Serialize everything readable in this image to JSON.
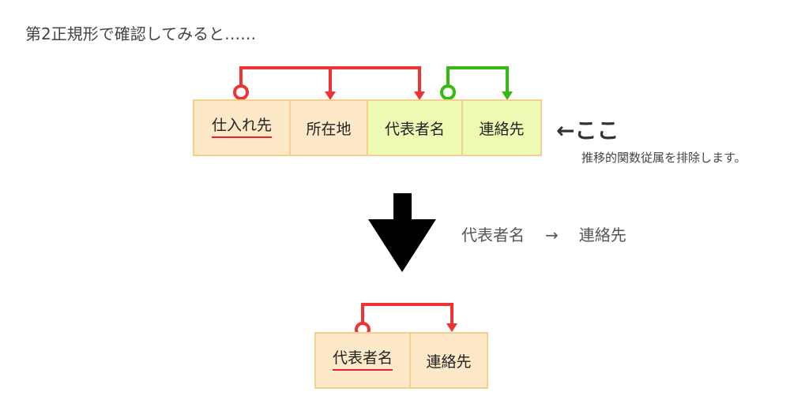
{
  "heading": "第2正規形で確認してみると……",
  "before_table": {
    "columns": [
      {
        "label": "仕入れ先",
        "fill": "#fde8c8",
        "primary_key": true
      },
      {
        "label": "所在地",
        "fill": "#fde8c8",
        "primary_key": false
      },
      {
        "label": "代表者名",
        "fill": "#edfab4",
        "primary_key": false
      },
      {
        "label": "連絡先",
        "fill": "#edfab4",
        "primary_key": false
      }
    ]
  },
  "note": {
    "main": "←ここ",
    "sub": "推移的関数従属を排除します。"
  },
  "relation": {
    "from": "代表者名",
    "arrow": "→",
    "to": "連絡先"
  },
  "after_table": {
    "columns": [
      {
        "label": "代表者名",
        "fill": "#fde8c8",
        "primary_key": true
      },
      {
        "label": "連絡先",
        "fill": "#fde8c8",
        "primary_key": false
      }
    ]
  },
  "colors": {
    "cell_border": "#f7cf8d",
    "dependency_red": "#ee3333",
    "dependency_green": "#33bb11",
    "key_underline": "#e8202a",
    "big_arrow": "#000000"
  }
}
